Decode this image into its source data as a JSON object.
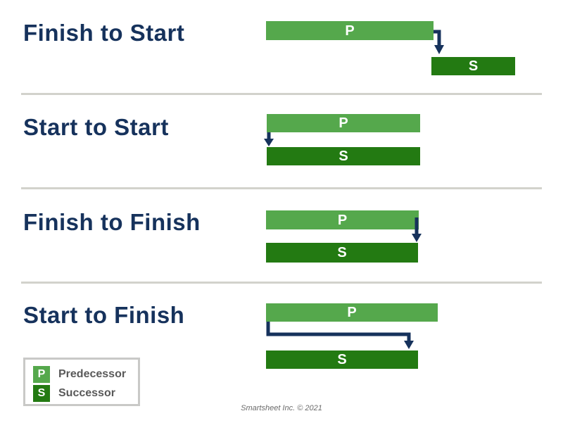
{
  "title": "Dependency types diagram",
  "colors": {
    "predecessor_green": "#55A84C",
    "successor_green": "#237A12",
    "heading_navy": "#16325C",
    "arrow_navy": "#16325C",
    "divider_gray": "#D2D2CC",
    "legend_border_gray": "#C9C9C7",
    "legend_text_gray": "#595959"
  },
  "sections": [
    {
      "label": "Finish to Start",
      "predecessor_letter": "P",
      "successor_letter": "S"
    },
    {
      "label": "Start to Start",
      "predecessor_letter": "P",
      "successor_letter": "S"
    },
    {
      "label": "Finish to Finish",
      "predecessor_letter": "P",
      "successor_letter": "S"
    },
    {
      "label": "Start to Finish",
      "predecessor_letter": "P",
      "successor_letter": "S"
    }
  ],
  "legend": {
    "predecessor_key": "P",
    "predecessor_label": "Predecessor",
    "successor_key": "S",
    "successor_label": "Successor"
  },
  "footer": {
    "attribution": "Smartsheet Inc. © 2021"
  }
}
